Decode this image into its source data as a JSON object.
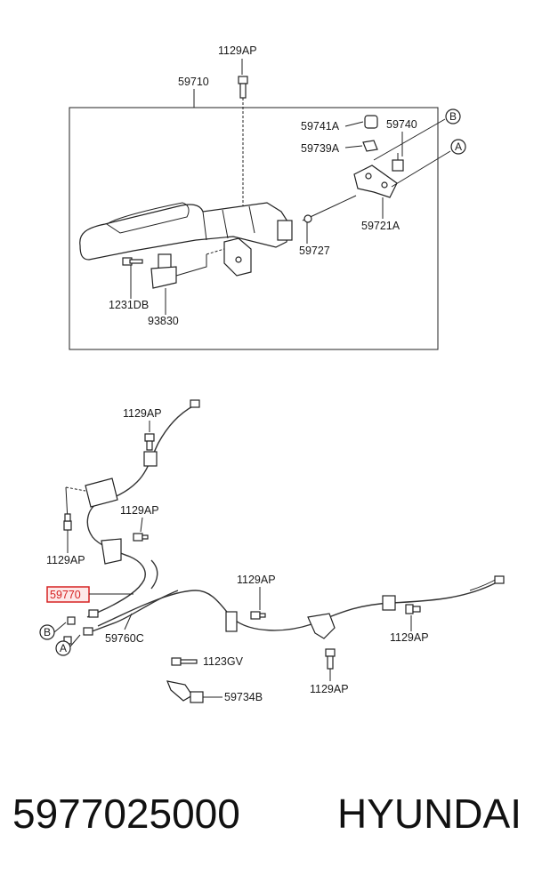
{
  "labels": {
    "bolt_top": "1129AP",
    "lever_assembly": "59710",
    "p59741A": "59741A",
    "p59740": "59740",
    "p59739A": "59739A",
    "p59721A": "59721A",
    "p59727": "59727",
    "p1231DB": "1231DB",
    "p93830": "93830",
    "bolt_front": "1129AP",
    "bolt_mid": "1129AP",
    "bolt_left": "1129AP",
    "highlighted_part": "59770",
    "p59760C": "59760C",
    "bolt_center": "1129AP",
    "bolt_right": "1129AP",
    "p1123GV": "1123GV",
    "p59734B": "59734B",
    "bolt_bottom": "1129AP",
    "ref_A": "A",
    "ref_B": "B"
  },
  "footer": {
    "part_number": "5977025000",
    "brand": "HYUNDAI"
  },
  "colors": {
    "highlight": "#d62222",
    "line": "#222222",
    "shading": "#c8c8c8"
  }
}
